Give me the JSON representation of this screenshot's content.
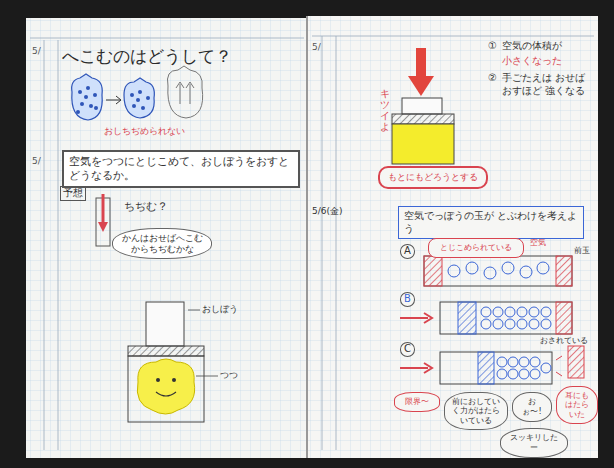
{
  "diagram": {
    "title": "へこむのはどうして？",
    "nodes": [
      {
        "text": [
          "空気をつつにとじこめて、おしぼうをおすとどうなるか。"
        ]
      },
      {
        "text": [
          "かんはおせばへこむからちぢむかな"
        ]
      },
      {
        "text": [
          "もとにもどろうとする"
        ]
      },
      {
        "text": [
          "空気でっぽうの玉が とぶわけを考えよう"
        ]
      },
      {
        "text": [
          "とじこめられている"
        ]
      },
      {
        "text": [
          "限界〜"
        ]
      },
      {
        "text": [
          "前におしていく力がはたらいている"
        ]
      },
      {
        "text": [
          "おぉ〜!"
        ]
      },
      {
        "text": [
          "耳にもはたらいた"
        ]
      },
      {
        "text": [
          "スッキリしたー"
        ]
      }
    ],
    "labels": [
      "5/",
      "おしちぢめられない",
      "5/",
      "予想",
      "ちぢむ？",
      "おしぼう",
      "つつ",
      "5/",
      "①",
      "空気の体積が",
      "小さくなった",
      "②",
      "手ごたえは おせばおすほど 強くなる",
      "キツイよ",
      "5/6(金)",
      "A",
      "B",
      "C",
      "空気",
      "前玉",
      "おされている"
    ]
  }
}
